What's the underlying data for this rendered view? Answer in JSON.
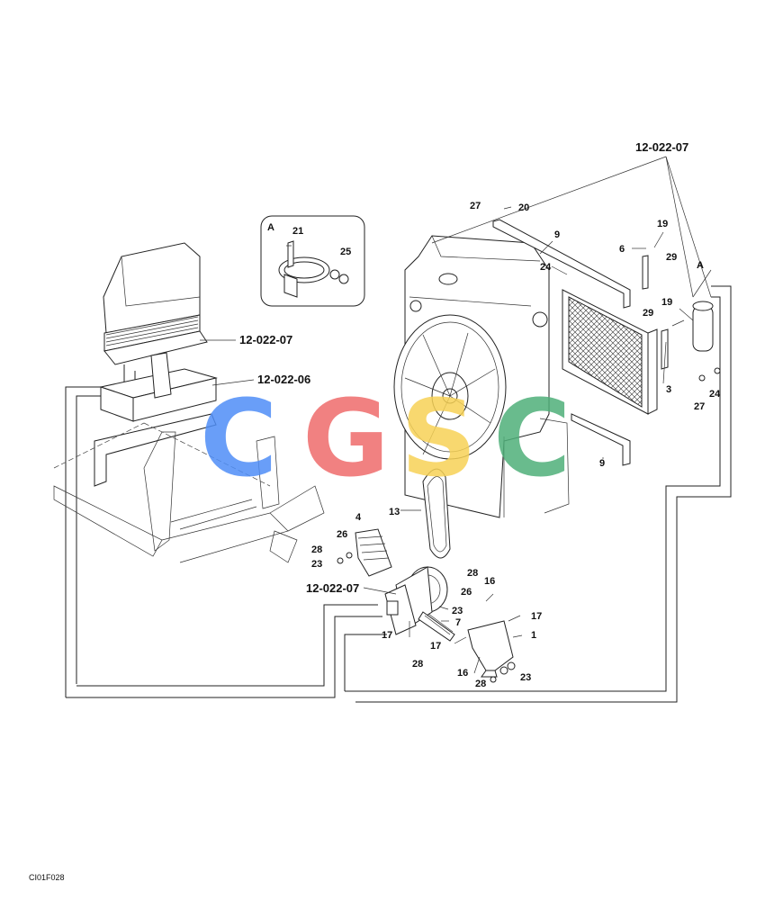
{
  "labels": {
    "ref_top": "12-022-07",
    "ref_cab": "12-022-07",
    "ref_frame": "12-022-06",
    "ref_comp": "12-022-07",
    "detail_a_top": "A",
    "detail_a_right": "A",
    "n21": "21",
    "n25": "25",
    "n27a": "27",
    "n20": "20",
    "n9a": "9",
    "n19a": "19",
    "n6": "6",
    "n29a": "29",
    "n24a": "24",
    "n19b": "19",
    "n29b": "29",
    "n3": "3",
    "n24b": "24",
    "n27b": "27",
    "n9b": "9",
    "n13": "13",
    "n4": "4",
    "n26a": "26",
    "n28a": "28",
    "n23a": "23",
    "n28b": "28",
    "n16a": "16",
    "n26b": "26",
    "n23b": "23",
    "n7": "7",
    "n17a": "17",
    "n17b": "17",
    "n1": "1",
    "n17c": "17",
    "n28c": "28",
    "n16b": "16",
    "n28d": "28",
    "n23c": "23"
  },
  "footer": {
    "figure_code": "CI01F028"
  },
  "watermark": {
    "letters": [
      "C",
      "G",
      "S",
      "C"
    ],
    "colors": [
      "#4f8ef7",
      "#ef6c6c",
      "#f7d256",
      "#4fb07a"
    ]
  }
}
